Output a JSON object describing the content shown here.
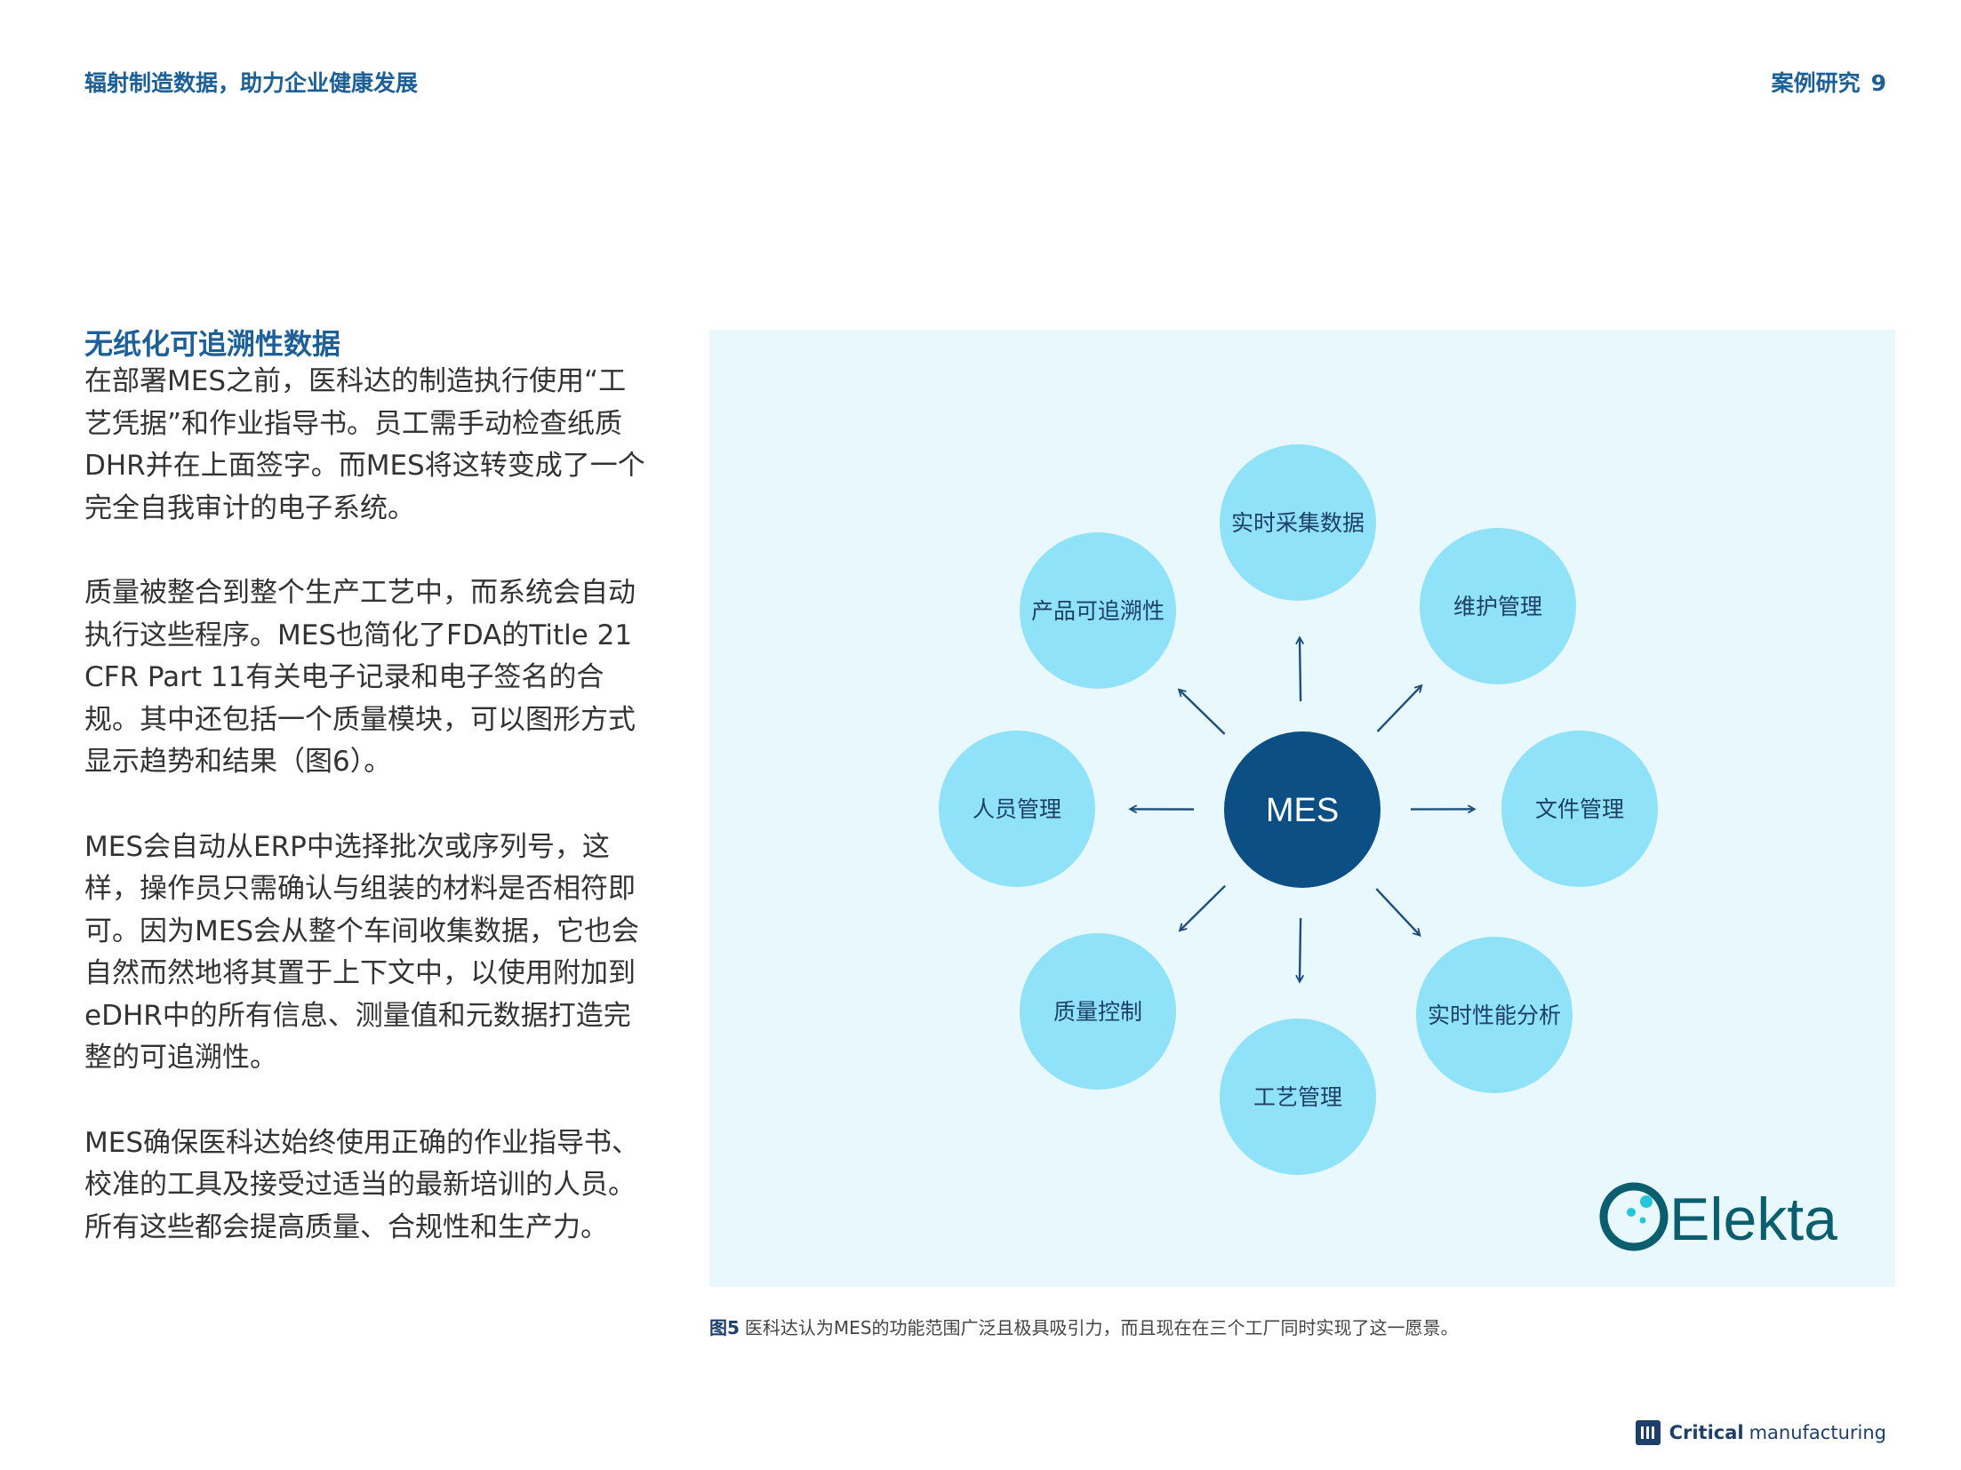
{
  "header": {
    "left_title": "辐射制造数据，助力企业健康发展",
    "right_section": "案例研究",
    "page_number": "9"
  },
  "section": {
    "title": "无纸化可追溯性数据",
    "paragraphs": [
      "在部署MES之前，医科达的制造执行使用“工艺凭据”和作业指导书。员工需手动检查纸质DHR并在上面签字。而MES将这转变成了一个完全自我审计的电子系统。",
      "质量被整合到整个生产工艺中，而系统会自动执行这些程序。MES也简化了FDA的Title 21 CFR Part 11有关电子记录和电子签名的合规。其中还包括一个质量模块，可以图形方式显示趋势和结果（图6）。",
      "MES会自动从ERP中选择批次或序列号，这样，操作员只需确认与组装的材料是否相符即可。因为MES会从整个车间收集数据，它也会自然而然地将其置于上下文中，以使用附加到eDHR中的所有信息、测量值和元数据打造完整的可追溯性。",
      "MES确保医科达始终使用正确的作业指导书、校准的工具及接受过适当的最新培训的人员。所有这些都会提高质量、合规性和生产力。"
    ]
  },
  "diagram": {
    "center_label": "MES",
    "nodes": [
      "实时采集数据",
      "维护管理",
      "文件管理",
      "实时性能分析",
      "工艺管理",
      "质量控制",
      "人员管理",
      "产品可追溯性"
    ],
    "colors": {
      "panel": "#e8f8fc",
      "node": "#8fe2f7",
      "center": "#0b4f84",
      "arrow": "#1d4f7a",
      "node_text": "#1d3f6a"
    },
    "logo_text": "Elekta"
  },
  "caption": {
    "label": "图5",
    "text": "医科达认为MES的功能范围广泛且极具吸引力，而且现在在三个工厂同时实现了这一愿景。"
  },
  "footer": {
    "brand_bold": "Critical",
    "brand_light": "manufacturing"
  }
}
